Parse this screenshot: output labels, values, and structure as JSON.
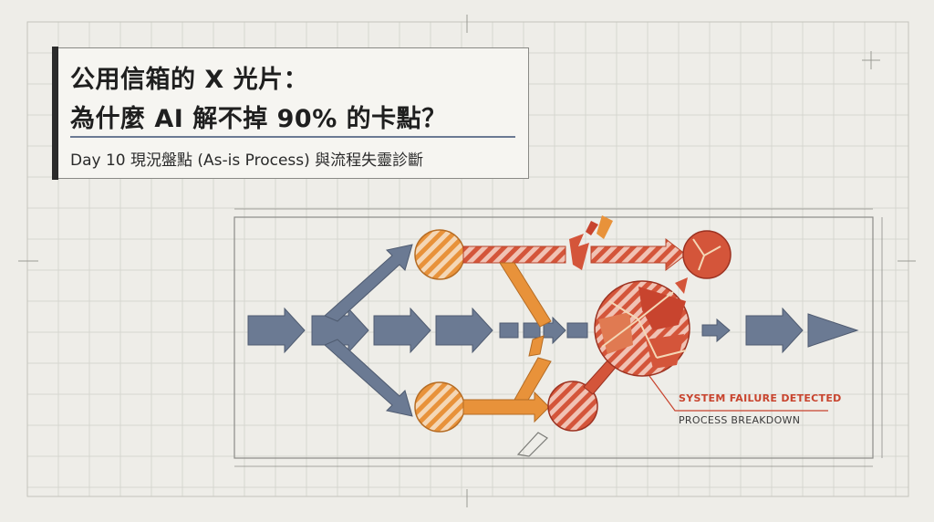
{
  "title": {
    "line1": "公用信箱的 X 光片：",
    "line2": "為什麼 AI 解不掉 90% 的卡點？",
    "subtitle": "Day 10 現況盤點 (As-is Process) 與流程失靈診斷"
  },
  "diagram": {
    "failure_label": "SYSTEM FAILURE DETECTED",
    "failure_sublabel": "PROCESS BREAKDOWN"
  },
  "colors": {
    "background": "#eeede8",
    "process_blue": "#6b7a93",
    "warning_orange": "#e8923a",
    "failure_red": "#c8442e"
  }
}
